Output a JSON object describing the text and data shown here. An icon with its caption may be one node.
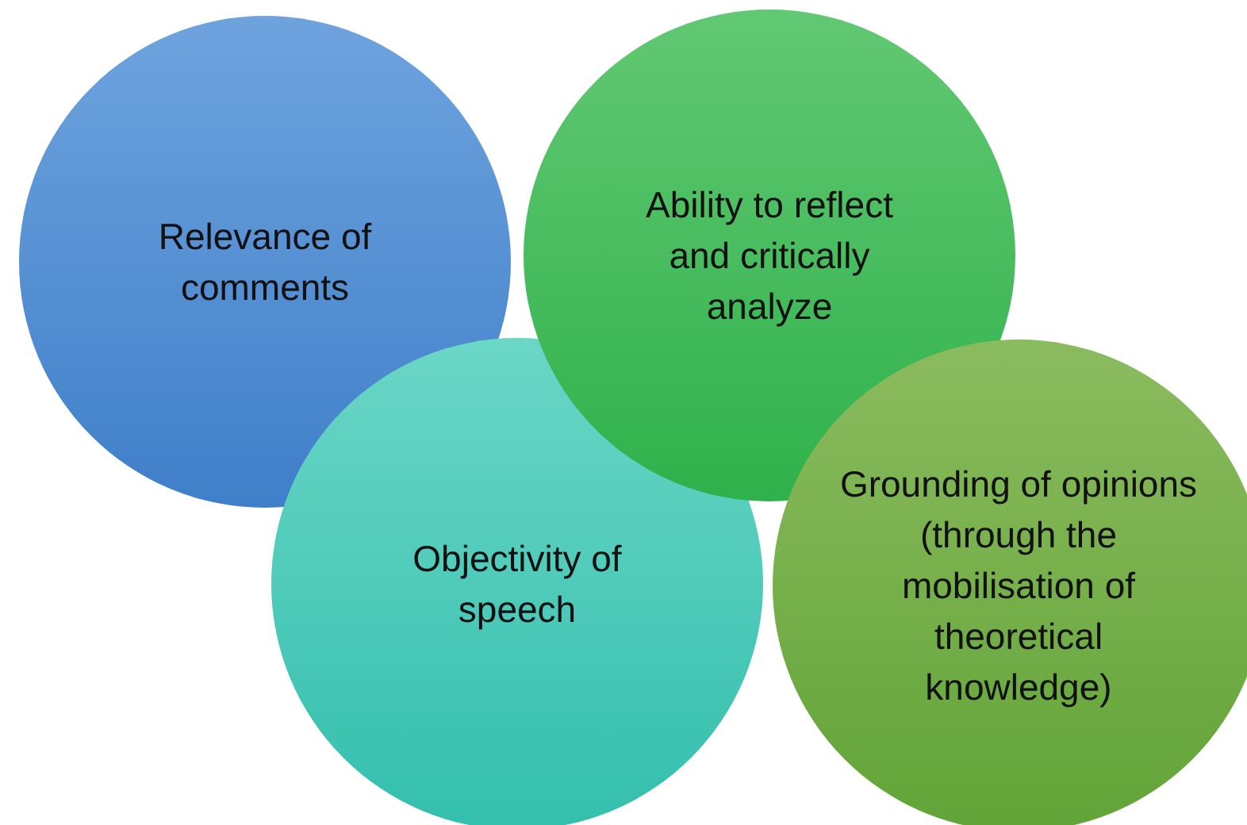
{
  "diagram": {
    "nodes": [
      {
        "text": [
          "Relevance of comments"
        ]
      },
      {
        "text": [
          "Ability to reflect and critically analyze"
        ]
      },
      {
        "text": [
          "Objectivity of speech"
        ]
      },
      {
        "text": [
          "Grounding of opinions (through the mobilisation of theoretical knowledge)"
        ]
      }
    ]
  }
}
